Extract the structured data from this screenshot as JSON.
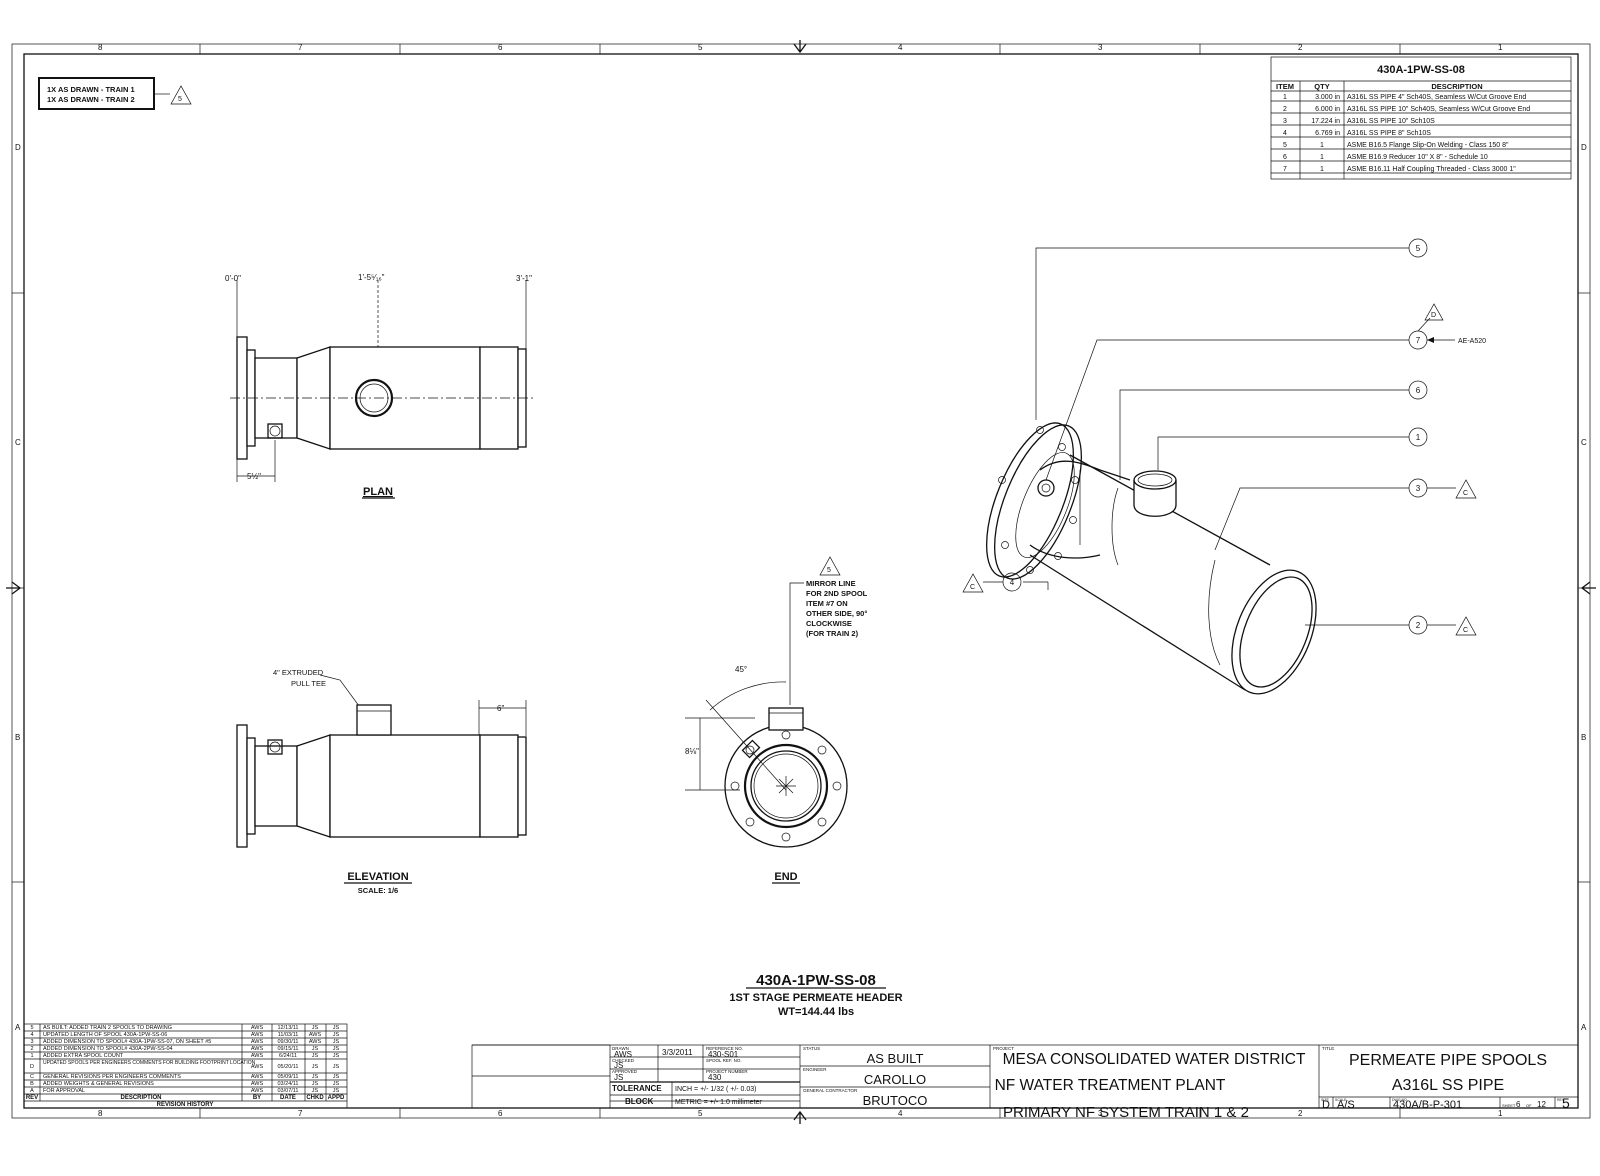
{
  "frame": {
    "col_labels": [
      "8",
      "7",
      "6",
      "5",
      "4",
      "3",
      "2",
      "1"
    ],
    "row_labels": [
      "D",
      "C",
      "B",
      "A"
    ]
  },
  "train_note": {
    "lines": [
      "1X AS DRAWN - TRAIN 1",
      "1X AS DRAWN - TRAIN 2"
    ],
    "revision_tag": "5"
  },
  "bom": {
    "title": "430A-1PW-SS-08",
    "headers": [
      "ITEM",
      "QTY",
      "DESCRIPTION"
    ],
    "rows": [
      {
        "item": "1",
        "qty": "3.000 in",
        "desc": "A316L SS PIPE 4\" Sch40S, Seamless W/Cut Groove End"
      },
      {
        "item": "2",
        "qty": "6.000 in",
        "desc": "A316L SS PIPE 10\" Sch40S, Seamless W/Cut Groove End"
      },
      {
        "item": "3",
        "qty": "17.224 in",
        "desc": "A316L SS PIPE 10\" Sch10S"
      },
      {
        "item": "4",
        "qty": "6.769 in",
        "desc": "A316L SS PIPE 8\" Sch10S"
      },
      {
        "item": "5",
        "qty": "1",
        "desc": "ASME B16.5 Flange Slip-On Welding - Class 150 8\""
      },
      {
        "item": "6",
        "qty": "1",
        "desc": "ASME B16.9 Reducer 10\" X 8\" - Schedule 10"
      },
      {
        "item": "7",
        "qty": "1",
        "desc": "ASME B16.11 Half Coupling Threaded - Class 3000 1\""
      }
    ]
  },
  "plan_view": {
    "title": "PLAN",
    "dim_start": "0'-0\"",
    "dim_mid": "1'-5⁵⁄₁₆\"",
    "dim_end": "3'-1\"",
    "dim_bottom": "5½\""
  },
  "elevation_view": {
    "title": "ELEVATION",
    "scale": "SCALE: 1/6",
    "callout": [
      "4\" EXTRUDED",
      "PULL TEE"
    ],
    "dim_top": "6\""
  },
  "end_view": {
    "title": "END",
    "angle": "45°",
    "dim_left": "8⅛\"",
    "revision_tag": "5",
    "note": [
      "MIRROR LINE",
      "FOR 2ND SPOOL",
      "ITEM #7 ON",
      "OTHER SIDE, 90°",
      "CLOCKWISE",
      "(FOR TRAIN 2)"
    ]
  },
  "iso_view": {
    "balloons": [
      {
        "num": "5"
      },
      {
        "num": "7",
        "tag": "D",
        "ref": "AE-A520"
      },
      {
        "num": "6"
      },
      {
        "num": "1"
      },
      {
        "num": "3",
        "tag": "C"
      },
      {
        "num": "4",
        "tag": "C"
      },
      {
        "num": "2",
        "tag": "C"
      }
    ]
  },
  "spool_caption": {
    "title": "430A-1PW-SS-08",
    "subtitle": "1ST STAGE PERMEATE HEADER",
    "weight": "WT=144.44 lbs"
  },
  "revision_history": {
    "rows": [
      {
        "rev": "5",
        "desc": "AS BUILT: ADDED TRAIN 2 SPOOLS TO DRAWING",
        "by": "AWS",
        "date": "12/13/11",
        "chkd": "JS",
        "appd": "JS"
      },
      {
        "rev": "4",
        "desc": "UPDATED LENGTH OF SPOOL 430A-1PW-SS-06",
        "by": "AWS",
        "date": "11/03/11",
        "chkd": "AWS",
        "appd": "JS"
      },
      {
        "rev": "3",
        "desc": "ADDED DIMENSION TO SPOOL# 430A-1PW-SS-07, ON SHEET #5",
        "by": "AWS",
        "date": "09/30/11",
        "chkd": "AWS",
        "appd": "JS"
      },
      {
        "rev": "2",
        "desc": "ADDED DIMENSION TO SPOOL# 430A-2PW-SS-04",
        "by": "AWS",
        "date": "09/15/11",
        "chkd": "JS",
        "appd": "JS"
      },
      {
        "rev": "1",
        "desc": "ADDED EXTRA SPOOL COUNT",
        "by": "AWS",
        "date": "6/24/11",
        "chkd": "JS",
        "appd": "JS"
      },
      {
        "rev": "D",
        "desc": "UPDATED SPOOLS PER ENGINEERS COMMENTS FOR BUILDING FOOTPRINT LOCATION",
        "by": "AWS",
        "date": "05/20/11",
        "chkd": "JS",
        "appd": "JS"
      },
      {
        "rev": "C",
        "desc": "GENERAL REVISIONS PER ENGINEERS COMMENTS",
        "by": "AWS",
        "date": "05/09/11",
        "chkd": "JS",
        "appd": "JS"
      },
      {
        "rev": "B",
        "desc": "ADDED WEIGHTS & GENERAL REVISIONS",
        "by": "AWS",
        "date": "03/24/11",
        "chkd": "JS",
        "appd": "JS"
      },
      {
        "rev": "A",
        "desc": "FOR APPROVAL",
        "by": "AWS",
        "date": "03/07/11",
        "chkd": "JS",
        "appd": "JS"
      }
    ],
    "headers": [
      "REV",
      "DESCRIPTION",
      "BY",
      "DATE",
      "CHKD",
      "APPD"
    ],
    "footer": "REVISION HISTORY"
  },
  "title_block": {
    "drawn_by": "AWS",
    "drawn_date": "3/3/2011",
    "check_by": "JS",
    "approved_by": "JS",
    "ref_no": "430-S01",
    "project_no": "430",
    "labels": {
      "drawn": "DRAWN",
      "checked": "CHECKED",
      "approved": "APPROVED",
      "reference": "REFERENCE NO.",
      "spool_ref": "SPOOL REF. NO.",
      "project_number": "PROJECT NUMBER",
      "status": "STATUS",
      "engineer": "ENGINEER",
      "general_contractor": "GENERAL CONTRACTOR",
      "project": "PROJECT",
      "title": "TITLE",
      "size": "SIZE",
      "scale": "SCALE",
      "dwg_no": "DWG NO.",
      "rev": "REV"
    },
    "tolerance_label_1": "TOLERANCE",
    "tolerance_label_2": "BLOCK",
    "tolerance_inch": "INCH = +/- 1/32 ( +/- 0.03)",
    "tolerance_metric": "METRIC = +/- 1.0 millimeter",
    "status": "AS BUILT",
    "engineer": "CAROLLO",
    "contractor": "BRUTOCO",
    "project_lines": [
      "MESA CONSOLIDATED WATER DISTRICT",
      "NF WATER TREATMENT PLANT",
      "PRIMARY NF SYSTEM TRAIN 1 & 2"
    ],
    "title_lines": [
      "PERMEATE PIPE SPOOLS",
      "A316L SS PIPE"
    ],
    "size": "D",
    "scale": "A/S",
    "dwg_no": "430A/B-P-301",
    "sheet_label": "SHEET",
    "sheet_num": "6",
    "sheet_of": "OF",
    "sheet_total": "12",
    "rev": "5"
  }
}
